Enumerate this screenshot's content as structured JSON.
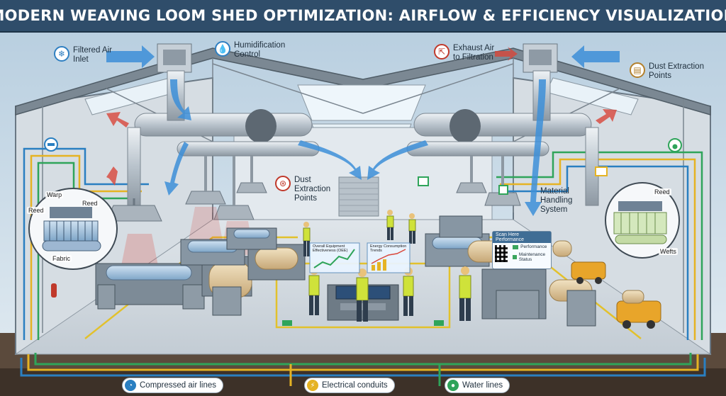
{
  "title": "Modern Weaving Loom Shed Optimization: Airflow & Efficiency Visualization",
  "callouts": {
    "filtered_air": "Filtered Air\nInlet",
    "humidification": "Humidification\nControl",
    "exhaust_air": "Exhaust Air\nto Filtration",
    "dust_extraction_right": "Dust Extraction\nPoints",
    "dust_extraction_center": "Dust\nExtraction\nPoints",
    "material_handling": "Material\nHandling\nSystem"
  },
  "loom_left": {
    "warp": "Warp",
    "reed_a": "Reed",
    "reed_b": "Reed",
    "fabric": "Fabric"
  },
  "loom_right": {
    "reed": "Reed",
    "wefts": "Wefts"
  },
  "screens": {
    "oee": "Overall Equipment Effectiveness (OEE)",
    "energy": "Energy Consumption Trends"
  },
  "scan_panel": {
    "header": "Scan Here Performance",
    "row1": "Performance",
    "row2": "Maintenance Status"
  },
  "legend": {
    "compressed_air": "Compressed air lines",
    "electrical": "Electrical conduits",
    "water": "Water lines"
  },
  "colors": {
    "banner": "#2f4d6a",
    "airflow": "#3d8fd8",
    "exhaust": "#d9473a",
    "compressed_air": "#2a7fc1",
    "electrical": "#e5b323",
    "water": "#2fa45a"
  },
  "icons": {
    "filtered_air": "snowflake-icon",
    "humidification": "water-drop-icon",
    "exhaust": "exhaust-arrow-icon",
    "dust": "filter-icon",
    "compressed_air": "gauge-icon",
    "electrical": "lightning-icon",
    "water": "water-drop-icon"
  }
}
